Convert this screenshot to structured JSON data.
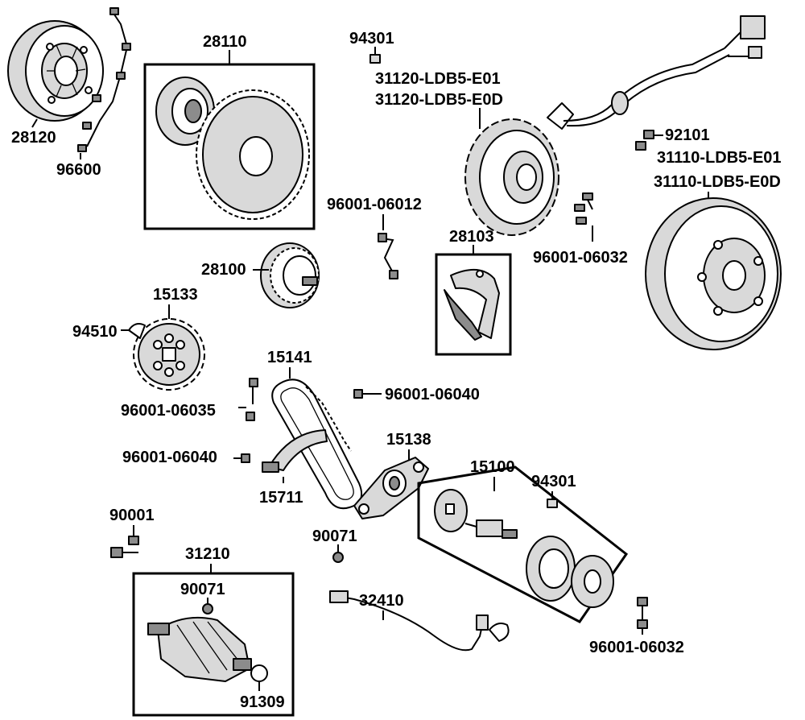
{
  "labels": {
    "l28120": "28120",
    "l96600": "96600",
    "l28110": "28110",
    "l94301a": "94301",
    "l31120a": "31120-LDB5-E01",
    "l31120b": "31120-LDB5-E0D",
    "l92101": "92101",
    "l31110a": "31110-LDB5-E01",
    "l31110b": "31110-LDB5-E0D",
    "l96001_06012": "96001-06012",
    "l28103": "28103",
    "l96001_06032a": "96001-06032",
    "l28100": "28100",
    "l15133": "15133",
    "l94510": "94510",
    "l15141": "15141",
    "l96001_06040a": "96001-06040",
    "l96001_06035": "96001-06035",
    "l15138": "15138",
    "l96001_06040b": "96001-06040",
    "l15711": "15711",
    "l15100": "15100",
    "l94301b": "94301",
    "l90001": "90001",
    "l90071a": "90071",
    "l31210": "31210",
    "l90071b": "90071",
    "l32410": "32410",
    "l96001_06032b": "96001-06032",
    "l91309": "91309"
  }
}
